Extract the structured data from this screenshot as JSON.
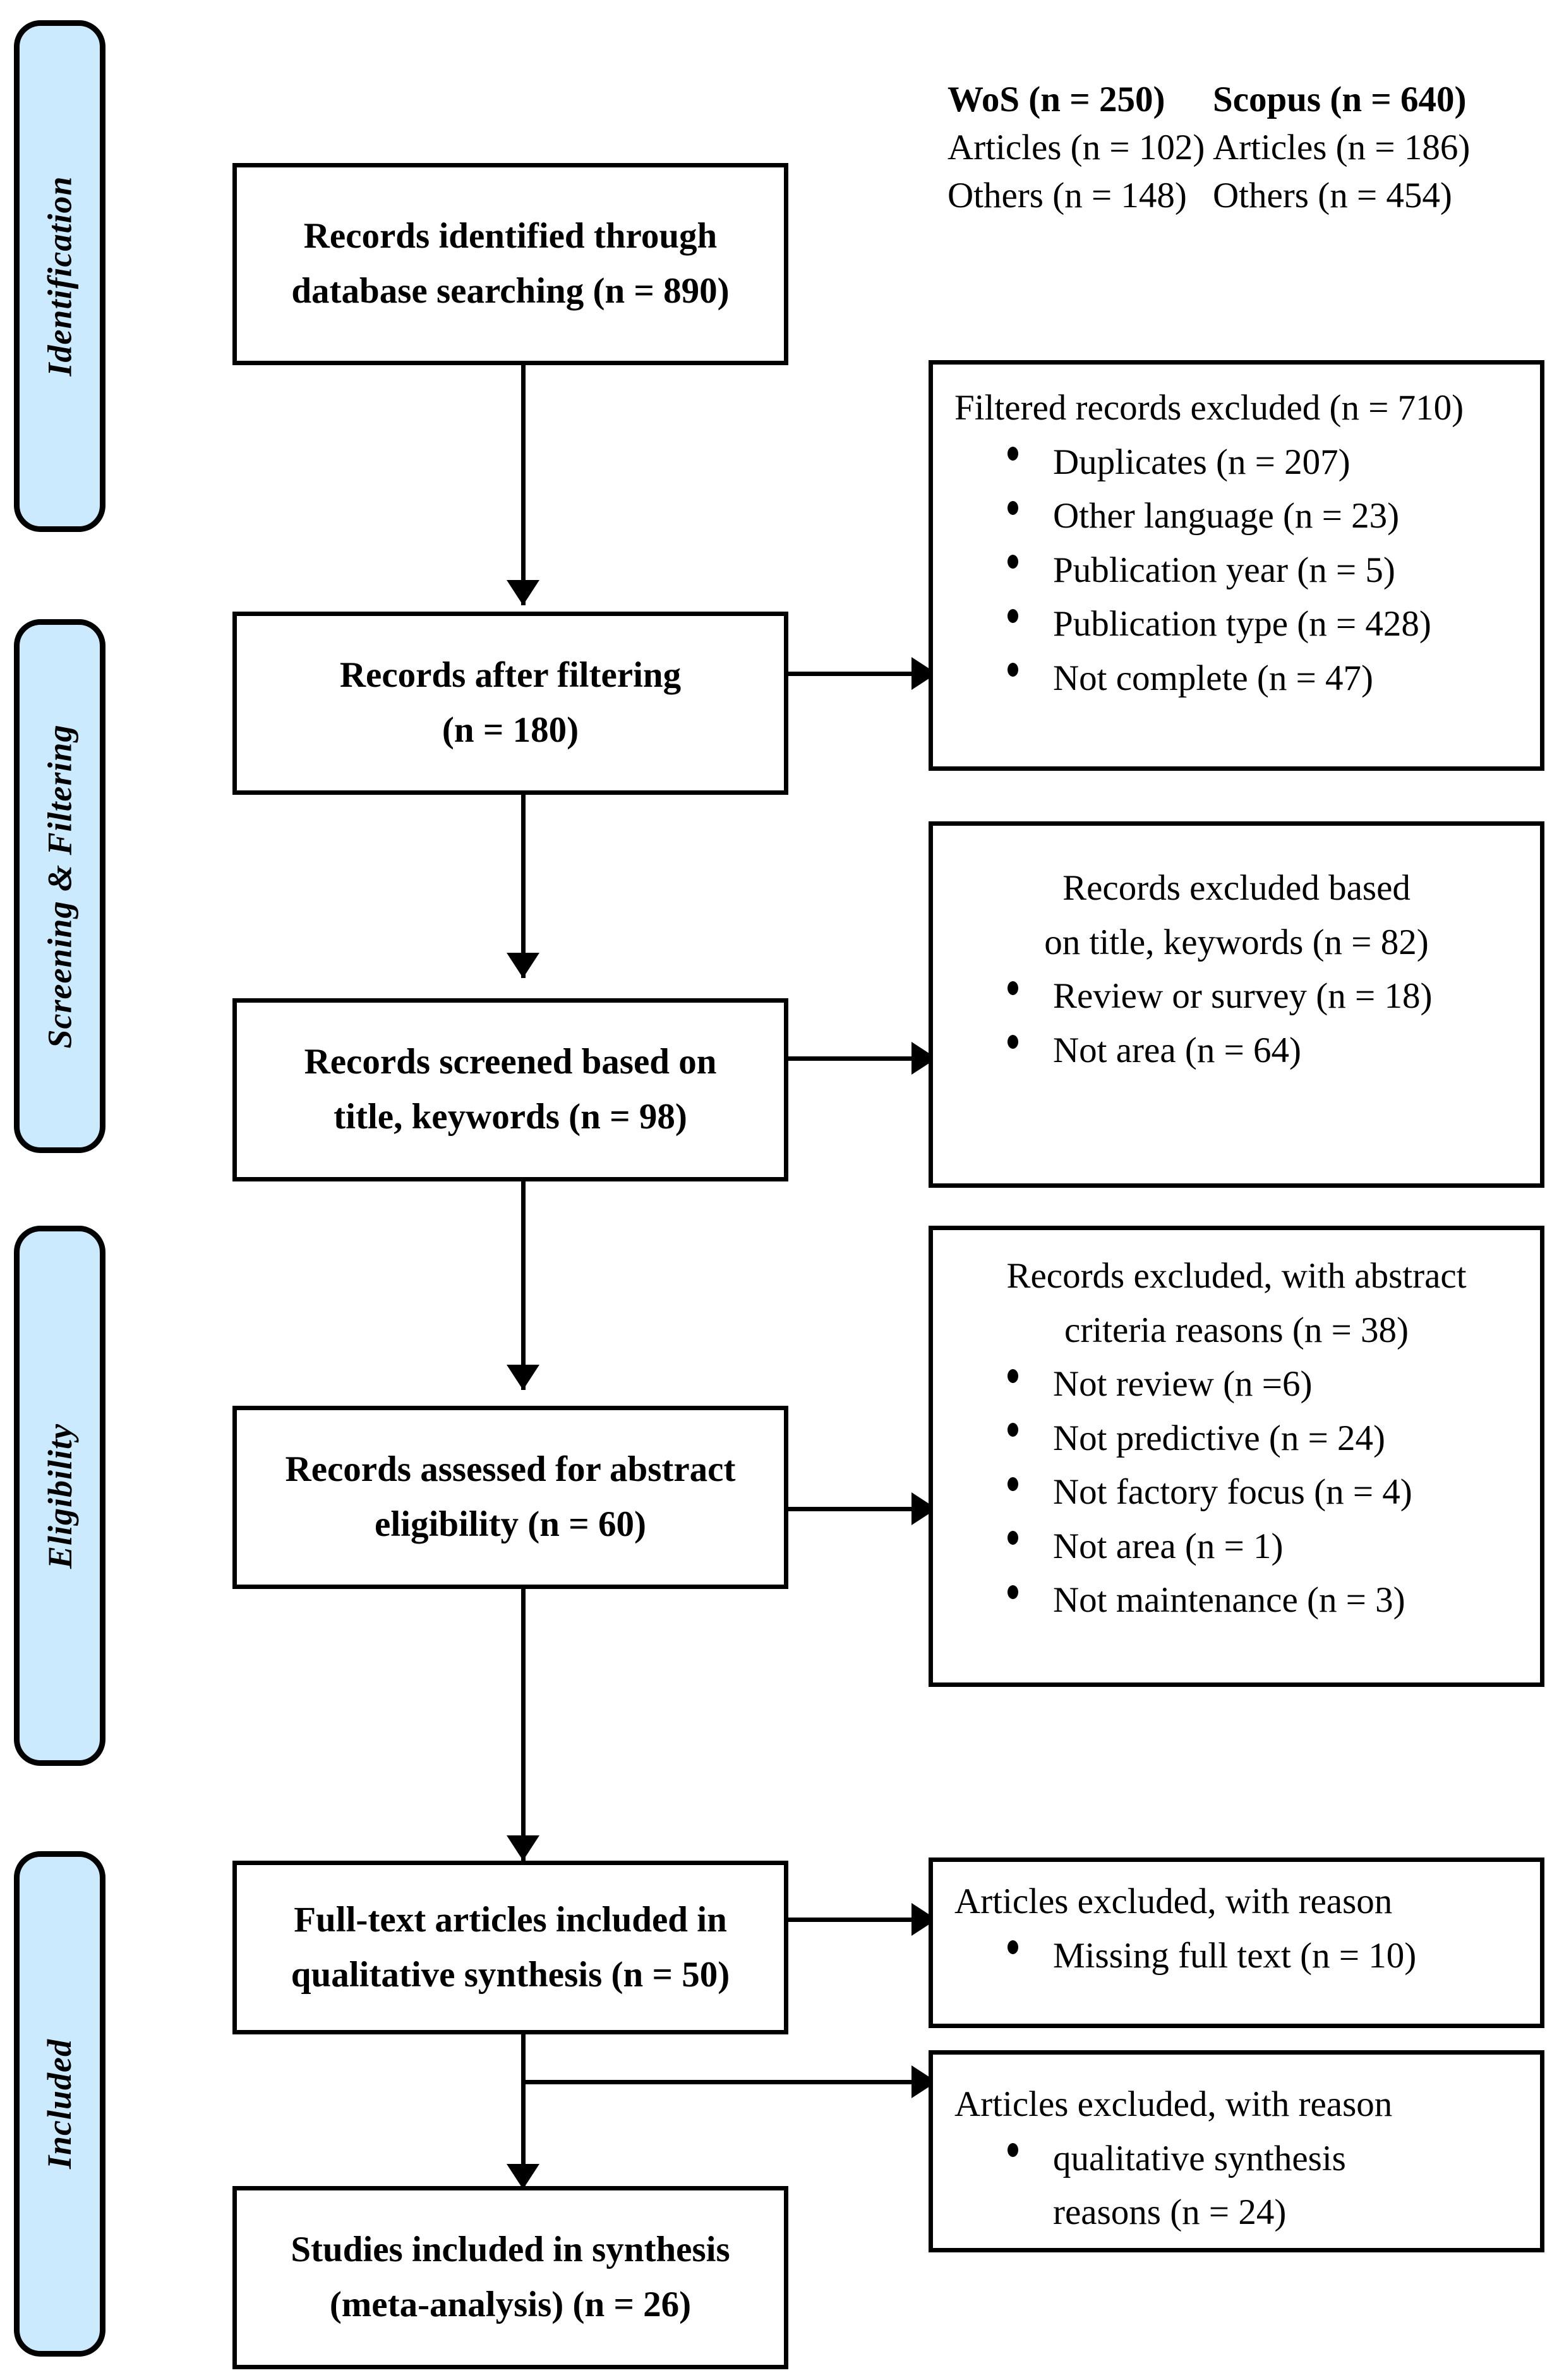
{
  "stages": [
    {
      "label": "Identification"
    },
    {
      "label": "Screening & Filtering"
    },
    {
      "label": "Eligibility"
    },
    {
      "label": "Included"
    }
  ],
  "sources": {
    "header": {
      "wos": "WoS (n = 250)",
      "scopus": "Scopus (n = 640)"
    },
    "rows": [
      {
        "left": "Articles (n = 102)",
        "right": "Articles (n = 186)"
      },
      {
        "left": "Others (n = 148)",
        "right": "Others (n = 454)"
      }
    ]
  },
  "flow": {
    "identified": {
      "line1": "Records identified through",
      "line2": "database searching (n = 890)"
    },
    "after_filtering": {
      "line1": "Records after filtering",
      "line2": "(n = 180)"
    },
    "screened": {
      "line1": "Records screened based on",
      "line2": "title, keywords (n = 98)"
    },
    "assessed": {
      "line1": "Records assessed for abstract",
      "line2": "eligibility (n = 60)"
    },
    "fulltext": {
      "line1": "Full-text articles included in",
      "line2": "qualitative synthesis (n = 50)"
    },
    "studies": {
      "line1": "Studies included in synthesis",
      "line2": "(meta-analysis) (n = 26)"
    }
  },
  "exclusions": {
    "filtered": {
      "head": "Filtered records excluded (n = 710)",
      "items": [
        "Duplicates (n = 207)",
        "Other language (n = 23)",
        "Publication year (n = 5)",
        "Publication type (n = 428)",
        "Not complete (n = 47)"
      ]
    },
    "title_keywords": {
      "head_line1": "Records excluded based",
      "head_line2": "on title, keywords (n = 82)",
      "items": [
        "Review or survey (n = 18)",
        "Not area (n = 64)"
      ]
    },
    "abstract": {
      "head_line1": "Records excluded, with abstract",
      "head_line2": "criteria reasons (n = 38)",
      "items": [
        "Not review (n =6)",
        "Not predictive (n = 24)",
        "Not factory focus (n = 4)",
        "Not area (n = 1)",
        "Not maintenance (n = 3)"
      ]
    },
    "missing_fulltext": {
      "head": "Articles excluded, with reason",
      "items": [
        "Missing full text (n = 10)"
      ]
    },
    "qualitative": {
      "head": "Articles excluded, with reason",
      "item_line1": "qualitative synthesis",
      "item_line2": "reasons (n = 24)"
    }
  },
  "colors": {
    "stage_fill": "#cbeafe",
    "stroke": "#000000",
    "background": "#ffffff"
  }
}
